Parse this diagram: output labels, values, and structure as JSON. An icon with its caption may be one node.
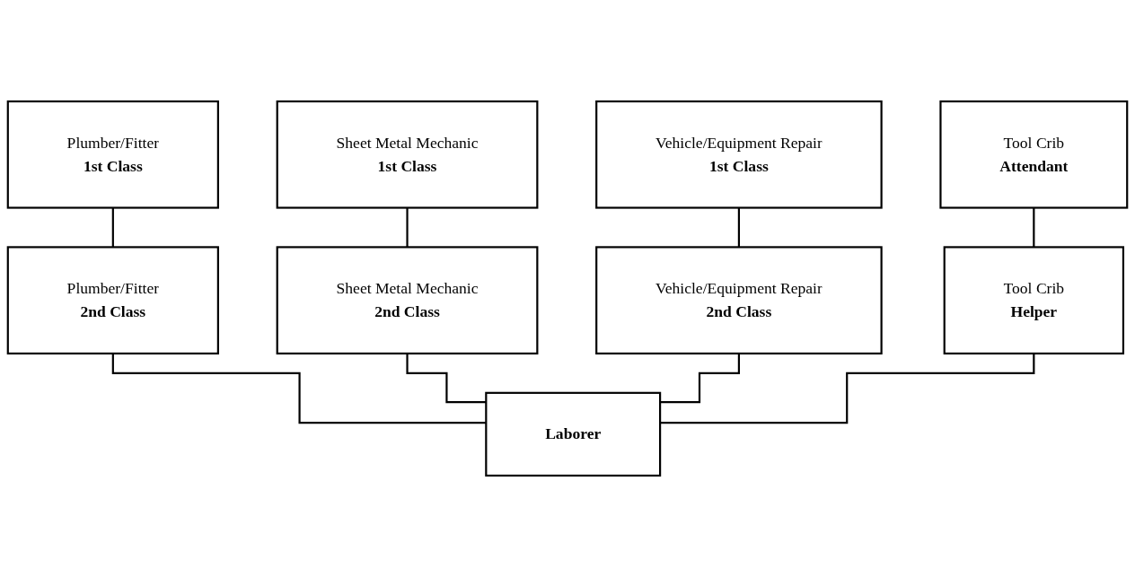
{
  "diagram": {
    "nodes": [
      {
        "text": [
          "Plumber/Fitter",
          "1st Class"
        ]
      },
      {
        "text": [
          "Sheet Metal Mechanic",
          "1st Class"
        ]
      },
      {
        "text": [
          "Vehicle/Equipment Repair",
          "1st Class"
        ]
      },
      {
        "text": [
          "Tool Crib",
          "Attendant"
        ]
      },
      {
        "text": [
          "Plumber/Fitter",
          "2nd Class"
        ]
      },
      {
        "text": [
          "Sheet Metal Mechanic",
          "2nd Class"
        ]
      },
      {
        "text": [
          "Vehicle/Equipment Repair",
          "2nd Class"
        ]
      },
      {
        "text": [
          "Tool Crib",
          "Helper"
        ]
      },
      {
        "text": [
          "Laborer"
        ]
      }
    ],
    "edges": [
      {
        "from": 0,
        "to": 4,
        "arrow": "none"
      },
      {
        "from": 1,
        "to": 5,
        "arrow": "none"
      },
      {
        "from": 2,
        "to": 6,
        "arrow": "none"
      },
      {
        "from": 3,
        "to": 7,
        "arrow": "none"
      },
      {
        "from": 4,
        "to": 8,
        "arrow": "none"
      },
      {
        "from": 5,
        "to": 8,
        "arrow": "none"
      },
      {
        "from": 6,
        "to": 8,
        "arrow": "none"
      },
      {
        "from": 7,
        "to": 8,
        "arrow": "none"
      }
    ]
  }
}
